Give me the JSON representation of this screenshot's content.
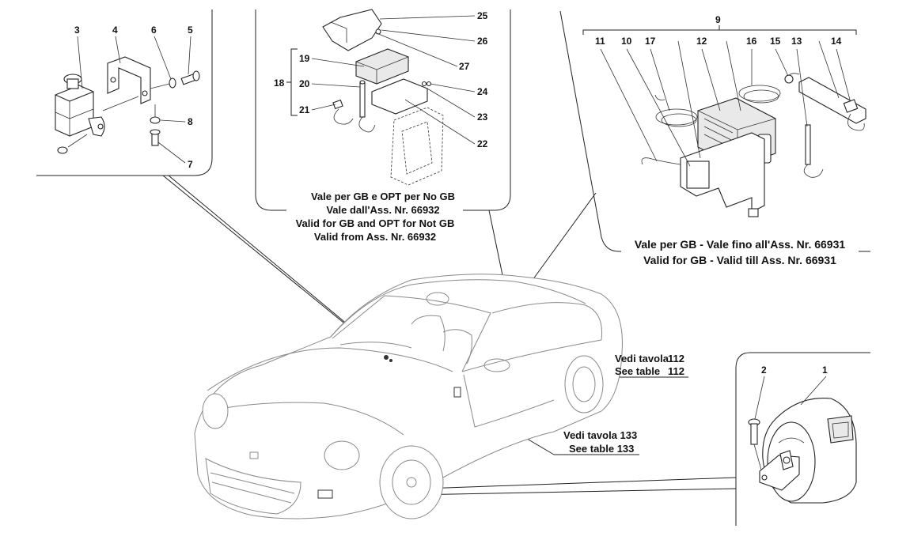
{
  "callouts": {
    "n1": "1",
    "n2": "2",
    "n3": "3",
    "n4": "4",
    "n5": "5",
    "n6": "6",
    "n7": "7",
    "n8": "8",
    "n9": "9",
    "n10": "10",
    "n11": "11",
    "n12": "12",
    "n13": "13",
    "n14": "14",
    "n15": "15",
    "n16": "16",
    "n17": "17",
    "n18": "18",
    "n19": "19",
    "n20": "20",
    "n21": "21",
    "n22": "22",
    "n23": "23",
    "n24": "24",
    "n25": "25",
    "n26": "26",
    "n27": "27"
  },
  "center_panel": {
    "line1": "Vale per GB e OPT per No GB",
    "line2": "Vale dall'Ass. Nr. 66932",
    "line3": "Valid for GB and OPT for Not GB",
    "line4": "Valid from Ass. Nr. 66932"
  },
  "right_panel": {
    "line1": "Vale per GB - Vale fino all'Ass. Nr. 66931",
    "line2": "Valid for GB - Valid till Ass. Nr. 66931"
  },
  "refs": {
    "ref112_it": "Vedi tavola",
    "ref112_it_num": "112",
    "ref112_en": "See table",
    "ref112_en_num": "112",
    "ref133_it": "Vedi tavola 133",
    "ref133_en": "See table 133"
  }
}
